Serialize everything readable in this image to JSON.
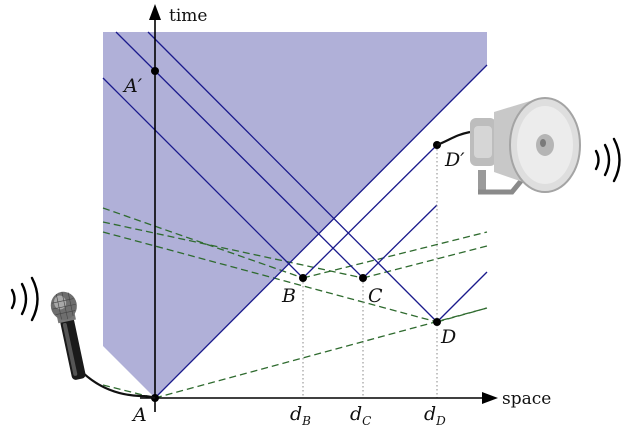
{
  "axes": {
    "y_label": "time",
    "x_label": "space"
  },
  "events": {
    "A": "A",
    "A_prime": "A′",
    "B": "B",
    "C": "C",
    "D": "D",
    "D_prime": "D′"
  },
  "ticks": {
    "dB_main": "d",
    "dB_sub": "B",
    "dC_main": "d",
    "dC_sub": "C",
    "dD_main": "d",
    "dD_sub": "D"
  },
  "icons": {
    "microphone": "microphone-icon",
    "loudspeaker": "loudspeaker-icon",
    "sound_waves": "sound-waves-icon"
  },
  "colors": {
    "light_cone_fill": "#b0b0d8",
    "worldline_blue": "#1a1a8c",
    "dashed_green": "#2f6b2f",
    "axis": "#000000"
  }
}
